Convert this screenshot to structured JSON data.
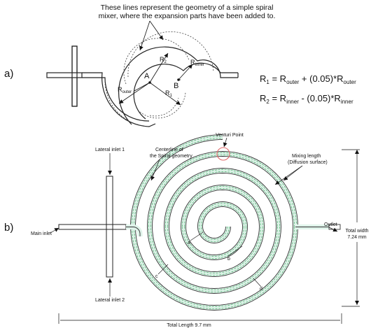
{
  "panel_a": {
    "label": "a)",
    "note_line1": "These lines represent the geometry of a simple spiral",
    "note_line2": "mixer, where the expansion parts have been added to.",
    "point_a": "A",
    "point_b": "B",
    "r_outer": {
      "main": "R",
      "sub": "outer"
    },
    "r_inner": {
      "main": "R",
      "sub": "inner"
    },
    "r1": {
      "main": "R",
      "sub": "1"
    },
    "r2": {
      "main": "R",
      "sub": "2"
    },
    "eq1": {
      "lhs": "R",
      "lhs_sub": "1",
      "eq": " = R",
      "a_sub": "outer",
      "mid": " + (0.05)*R",
      "b_sub": "outer"
    },
    "eq2": {
      "lhs": "R",
      "lhs_sub": "2",
      "eq": " = R",
      "a_sub": "inner",
      "mid": " - (0.05)*R",
      "b_sub": "inner"
    }
  },
  "panel_b": {
    "label": "b)",
    "venturi": "Venturi Point",
    "lateral_inlet_1": "Lateral inlet 1",
    "lateral_inlet_2": "Lateral inlet 2",
    "centerline_1": "Centerline of",
    "centerline_2": "the Spiral geometry",
    "mixing_1": "Mixing length",
    "mixing_2": "(Diffusion surface)",
    "main_inlet": "Main inlet",
    "outlet": "Outlet",
    "total_width_1": "Total width",
    "total_width_2": "7.24 mm",
    "total_length": "Total Length 9.7 mm",
    "point_a": "a",
    "point_b": "b",
    "point_c": "c",
    "point_d": "d"
  },
  "colors": {
    "channel_fill": "#dff3ea",
    "centerline": "#2e9e50",
    "venturi_circle": "#e06666",
    "stroke": "#333333"
  }
}
